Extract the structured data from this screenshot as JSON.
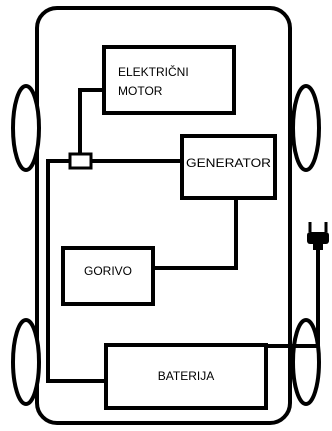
{
  "diagram": {
    "components": {
      "electric_motor": {
        "line1": "ELEKTRIČNI",
        "line2": "MOTOR"
      },
      "generator": {
        "label": "GENERATOR"
      },
      "fuel": {
        "label": "GORIVO"
      },
      "battery": {
        "label": "BATERIJA"
      }
    },
    "wheels": 4,
    "charging_plug": true
  }
}
